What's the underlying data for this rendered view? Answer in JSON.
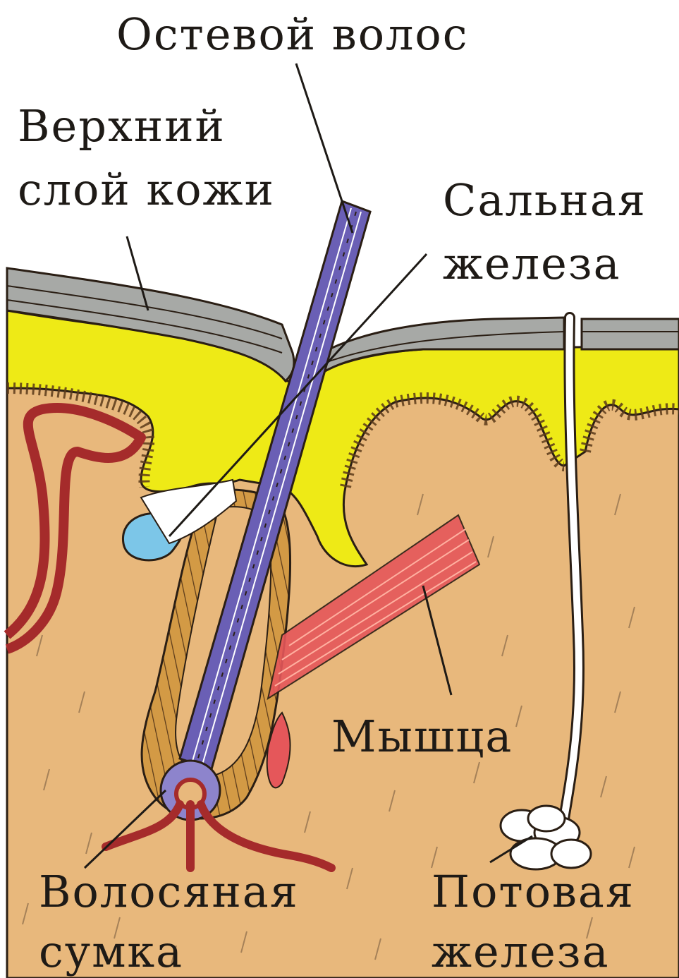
{
  "diagram": {
    "labels": {
      "guard_hair": "Остевой волос",
      "epidermis_line1": "Верхний",
      "epidermis_line2": "слой кожи",
      "sebaceous_line1": "Сальная",
      "sebaceous_line2": "железа",
      "muscle": "Мышца",
      "follicle_line1": "Волосяная",
      "follicle_line2": "сумка",
      "sweat_line1": "Потовая",
      "sweat_line2": "железа"
    },
    "colors": {
      "dermis": "#e8b87c",
      "epidermis": "#a7a9a6",
      "fat_layer": "#eeea16",
      "hair": "#6a5fb5",
      "follicle": "#d39a45",
      "muscle": "#e5575a",
      "vessel": "#a52b2b",
      "gland": "#7cc6e8",
      "outline": "#2a1e14"
    }
  }
}
